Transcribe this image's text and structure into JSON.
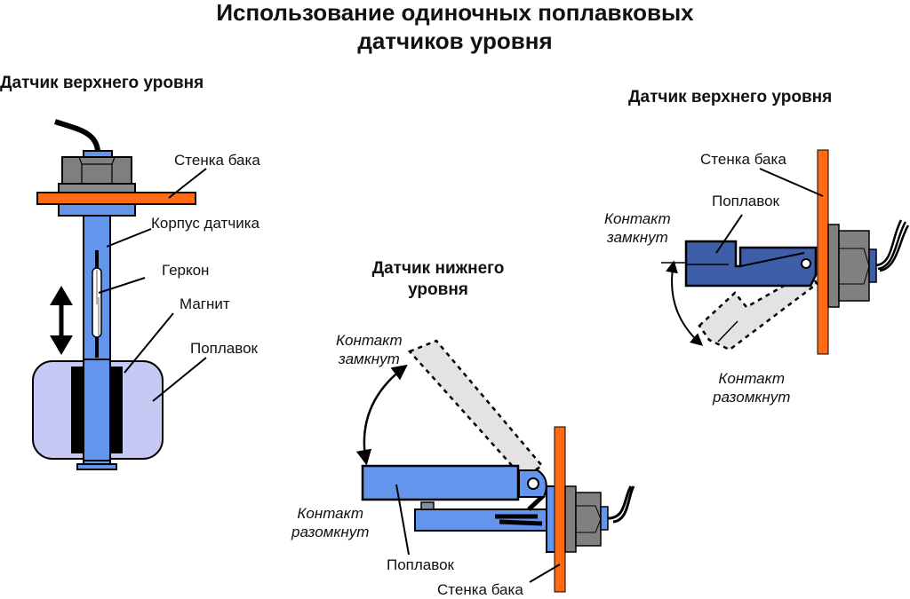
{
  "title": {
    "line1": "Использование одиночных поплавковых",
    "line2": "датчиков уровня"
  },
  "colors": {
    "sensor_blue": "#6495ed",
    "float_dark_blue": "#3f5ea8",
    "float_light": "#c8c8f5",
    "tank_wall": "#ff6a13",
    "nut_gray": "#808080",
    "ghost_gray": "#e3e3e3"
  },
  "left_diagram": {
    "heading": "Датчик верхнего уровня",
    "labels": {
      "tank_wall": "Стенка бака",
      "sensor_body": "Корпус датчика",
      "reed_switch": "Геркон",
      "magnet": "Магнит",
      "float": "Поплавок"
    },
    "icons": [
      "double-arrow-vertical-icon"
    ]
  },
  "middle_diagram": {
    "heading_line1": "Датчик нижнего",
    "heading_line2": "уровня",
    "labels": {
      "contact_closed_1": "Контакт",
      "contact_closed_2": "замкнут",
      "contact_open_1": "Контакт",
      "contact_open_2": "разомкнут",
      "float": "Поплавок",
      "tank_wall": "Стенка бака"
    }
  },
  "right_diagram": {
    "heading": "Датчик верхнего уровня",
    "labels": {
      "tank_wall": "Стенка бака",
      "float": "Поплавок",
      "contact_closed_1": "Контакт",
      "contact_closed_2": "замкнут",
      "contact_open_1": "Контакт",
      "contact_open_2": "разомкнут"
    }
  }
}
